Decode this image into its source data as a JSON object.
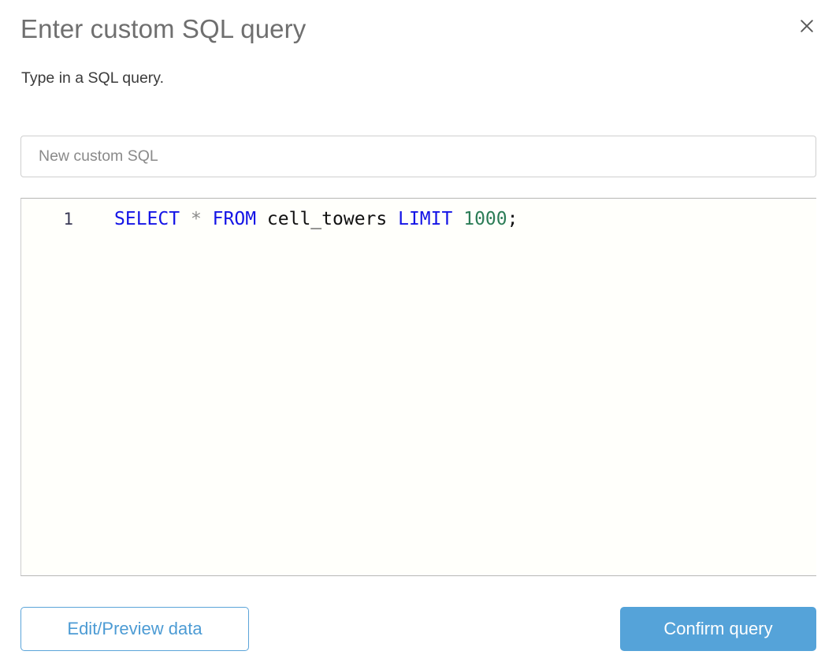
{
  "dialog": {
    "title": "Enter custom SQL query",
    "subtitle": "Type in a SQL query.",
    "close_icon": "close-icon"
  },
  "name_field": {
    "value": "New custom SQL",
    "placeholder": "New custom SQL"
  },
  "editor": {
    "line_numbers": [
      "1"
    ],
    "query": "SELECT * FROM cell_towers LIMIT 1000;",
    "tokens": [
      {
        "text": "SELECT",
        "type": "keyword"
      },
      {
        "text": " ",
        "type": "plain"
      },
      {
        "text": "*",
        "type": "operator"
      },
      {
        "text": " ",
        "type": "plain"
      },
      {
        "text": "FROM",
        "type": "keyword"
      },
      {
        "text": " ",
        "type": "plain"
      },
      {
        "text": "cell_towers",
        "type": "ident"
      },
      {
        "text": " ",
        "type": "plain"
      },
      {
        "text": "LIMIT",
        "type": "keyword"
      },
      {
        "text": " ",
        "type": "plain"
      },
      {
        "text": "1000",
        "type": "number"
      },
      {
        "text": ";",
        "type": "punct"
      }
    ]
  },
  "footer": {
    "secondary_label": "Edit/Preview data",
    "primary_label": "Confirm query"
  },
  "colors": {
    "accent": "#55a3d9",
    "accent_text": "#4c9bd4",
    "keyword": "#1414e6",
    "number": "#2c7d57",
    "operator": "#8a8a8a",
    "title_gray": "#6f6f6f",
    "editor_bg": "#fffffb"
  }
}
